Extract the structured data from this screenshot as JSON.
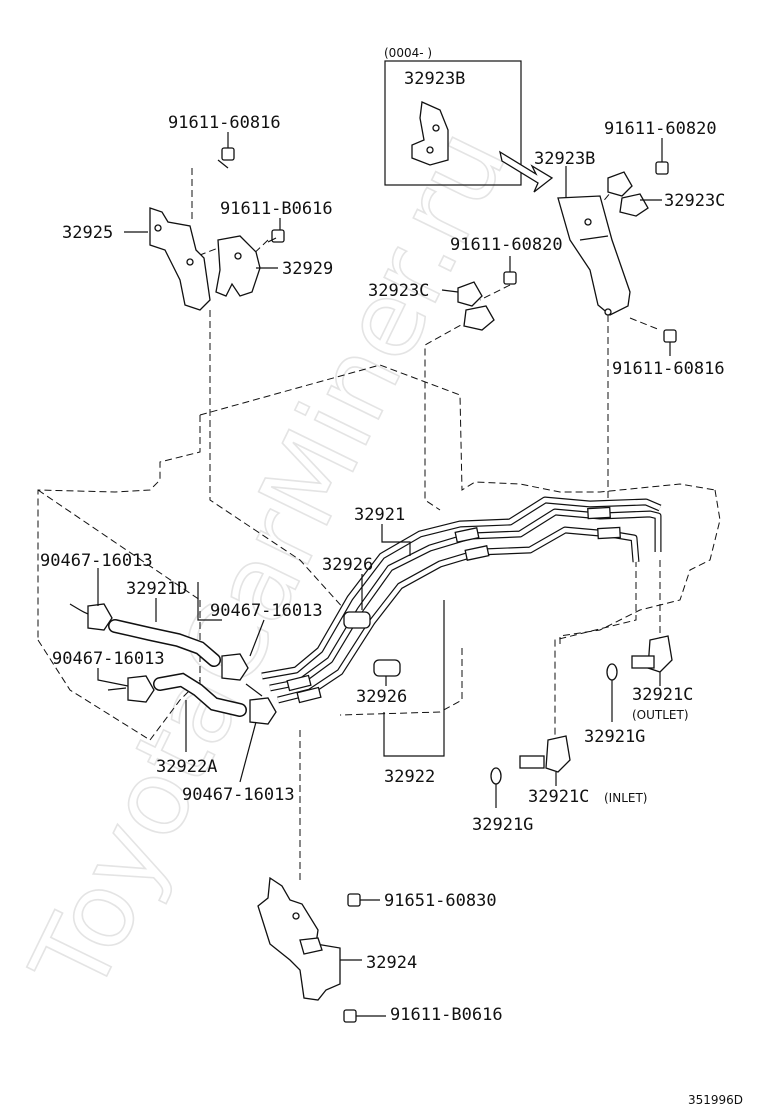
{
  "watermark": "ToyotaCarMiner.ru",
  "inset_header": "(0004-       )",
  "inset_part": "32923B",
  "diagram_code": "351996D",
  "labels": {
    "p91611_60816_top": "91611-60816",
    "p32925": "32925",
    "p91611_b0616_top": "91611-B0616",
    "p32929": "32929",
    "p91611_60820_right": "91611-60820",
    "p32923b": "32923B",
    "p32923c_right": "32923C",
    "p91611_60820_mid": "91611-60820",
    "p32923c_left": "32923C",
    "p91611_60816_right": "91611-60816",
    "p32921": "32921",
    "p32926_top": "32926",
    "p90467_16013_a": "90467-16013",
    "p32921d": "32921D",
    "p90467_16013_b": "90467-16013",
    "p90467_16013_c": "90467-16013",
    "p32926_bot": "32926",
    "p32921c_outlet": "32921C",
    "outlet_note": "(OUTLET)",
    "p32921g_right": "32921G",
    "p32922a": "32922A",
    "p32922": "32922",
    "p90467_16013_d": "90467-16013",
    "p32921c_inlet": "32921C",
    "inlet_note": "(INLET)",
    "p32921g_left": "32921G",
    "p91651_60830": "91651-60830",
    "p32924": "32924",
    "p91611_b0616_bot": "91611-B0616"
  }
}
